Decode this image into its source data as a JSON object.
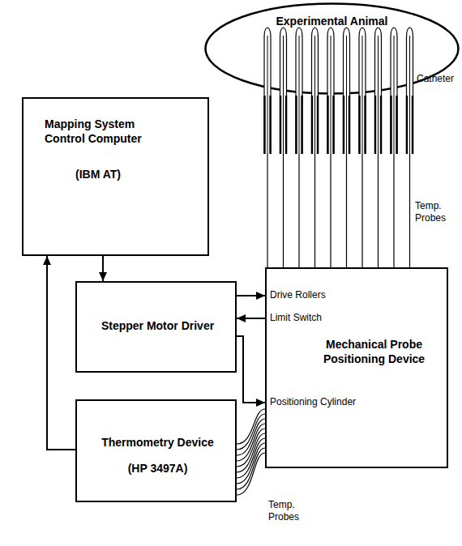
{
  "diagram": {
    "nodes": [
      {
        "text": [
          "Experimental Animal"
        ]
      },
      {
        "text": [
          "Mapping System Control Computer",
          "(IBM AT)"
        ]
      },
      {
        "text": [
          "Stepper Motor Driver"
        ]
      },
      {
        "text": [
          "Thermometry Device",
          "(HP 3497A)"
        ]
      },
      {
        "text": [
          "Mechanical Probe Positioning Device"
        ]
      }
    ],
    "edges": [
      {
        "from": 1,
        "to": 2,
        "arrow": "to"
      },
      {
        "from": 2,
        "to": 4,
        "arrow": "to"
      },
      {
        "from": 4,
        "to": 2,
        "arrow": "to"
      },
      {
        "from": 2,
        "to": 4,
        "arrow": "to"
      },
      {
        "from": 3,
        "to": 1,
        "arrow": "to"
      },
      {
        "from": 3,
        "to": 4,
        "label": "Temp. Probes",
        "arrow": "none"
      },
      {
        "from": 4,
        "to": 0,
        "label": "Temp. Probes",
        "arrow": "none"
      }
    ],
    "labels": [
      "Drive Rollers",
      "Limit Switch",
      "Positioning Cylinder",
      "Catheter"
    ]
  }
}
